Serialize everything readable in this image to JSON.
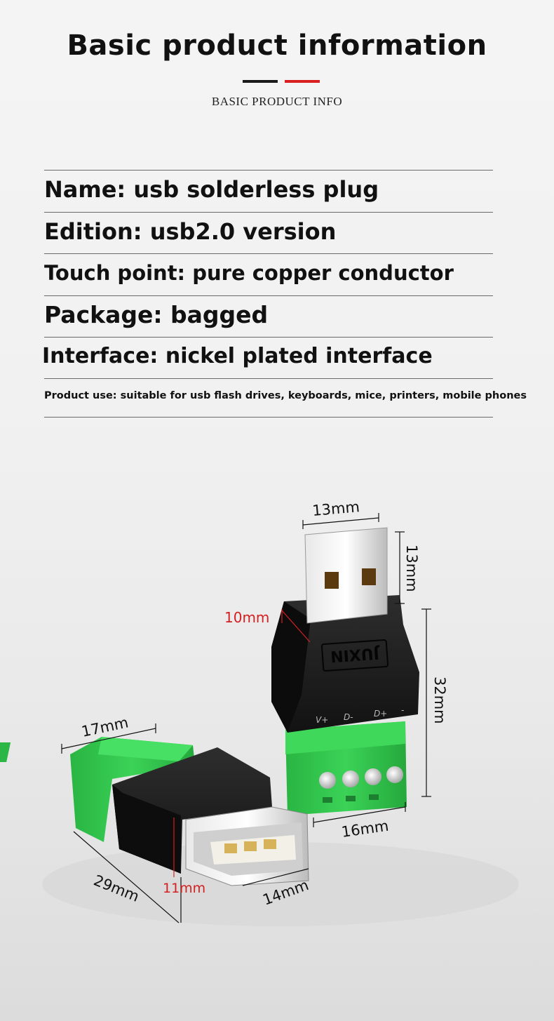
{
  "header": {
    "title": "Basic product information",
    "subtitle": "BASIC PRODUCT INFO"
  },
  "specs": [
    "Name: usb solderless plug",
    "Edition: usb2.0 version",
    "Touch point: pure copper conductor",
    "Package: bagged",
    "Interface: nickel plated interface",
    "Product use: suitable for usb flash drives, keyboards, mice, printers, mobile phones"
  ],
  "product_image": {
    "brand_mark": "JUXIN",
    "pin_labels": [
      "V+",
      "D-",
      "D+",
      "-"
    ],
    "dimensions": {
      "plug_width": "13mm",
      "plug_length": "13mm",
      "plug_thickness": "10mm",
      "body_length": "32mm",
      "terminal_width": "16mm",
      "socket_terminal_width": "17mm",
      "socket_length": "29mm",
      "socket_opening_width": "14mm",
      "socket_opening_height": "11mm"
    },
    "colors": {
      "green": "#2fc24a",
      "black_body": "#1c1c1c",
      "red_annotation": "#d42020"
    }
  }
}
